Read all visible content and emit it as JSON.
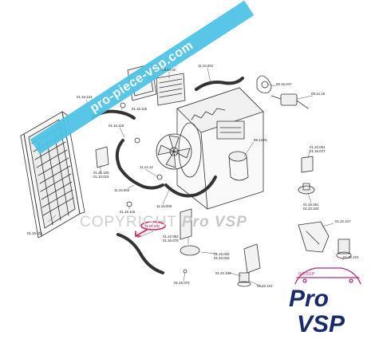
{
  "watermark_banner": "pro-piece-vsp.com",
  "watermark_copyright": "COPYRIGHT",
  "watermark_brand": "Pro VSP",
  "logo": {
    "pro": "Pro",
    "vsp": "VSP",
    "group": "GROUP"
  },
  "highlighted_part": "11.16.002",
  "colors": {
    "banner": "#4fc3e6",
    "highlight": "#d0215f",
    "logo_navy": "#1a2b6d",
    "logo_pink": "#b0287a"
  },
  "callouts": {
    "p11_16_001": "11.16.001",
    "p08_14_02": "08.14.02",
    "p01_16_124": "01.16.124",
    "p01_16_115_top": "01.16.115",
    "p06_16_047": "06.16.047",
    "p08_14_16": "08.14.16",
    "p01_16_115_mid": "01.16.115",
    "p06_14_01": "06.14.01",
    "p01_22_051": "01.22.051",
    "p01_16_077": "01.16.077",
    "p01_22_105": "01.22.105",
    "p01_10_015": "01.10.015",
    "p11_14_12": "11.14.12",
    "p11_16_004": "11.16.004",
    "p11_16_006": "11.16.006",
    "p01_16_115_low": "01.16.115",
    "p01_16_011": "01.16.011",
    "p01_16_051": "01.16.051",
    "p01_22_343_r": "01.22.343",
    "p11_16_002": "11.16.002",
    "p01_22_052": "01.22.052",
    "p01_16_078": "01.16.078",
    "p01_16_042": "01.16.042",
    "p01_22_043": "01.22.043",
    "p01_22_107": "01.22.107",
    "p01_22_101_r": "01.22.101",
    "p01_22_106": "01.22.106",
    "p01_22_101": "01.22.101",
    "p01_16_072": "01.16.072"
  }
}
